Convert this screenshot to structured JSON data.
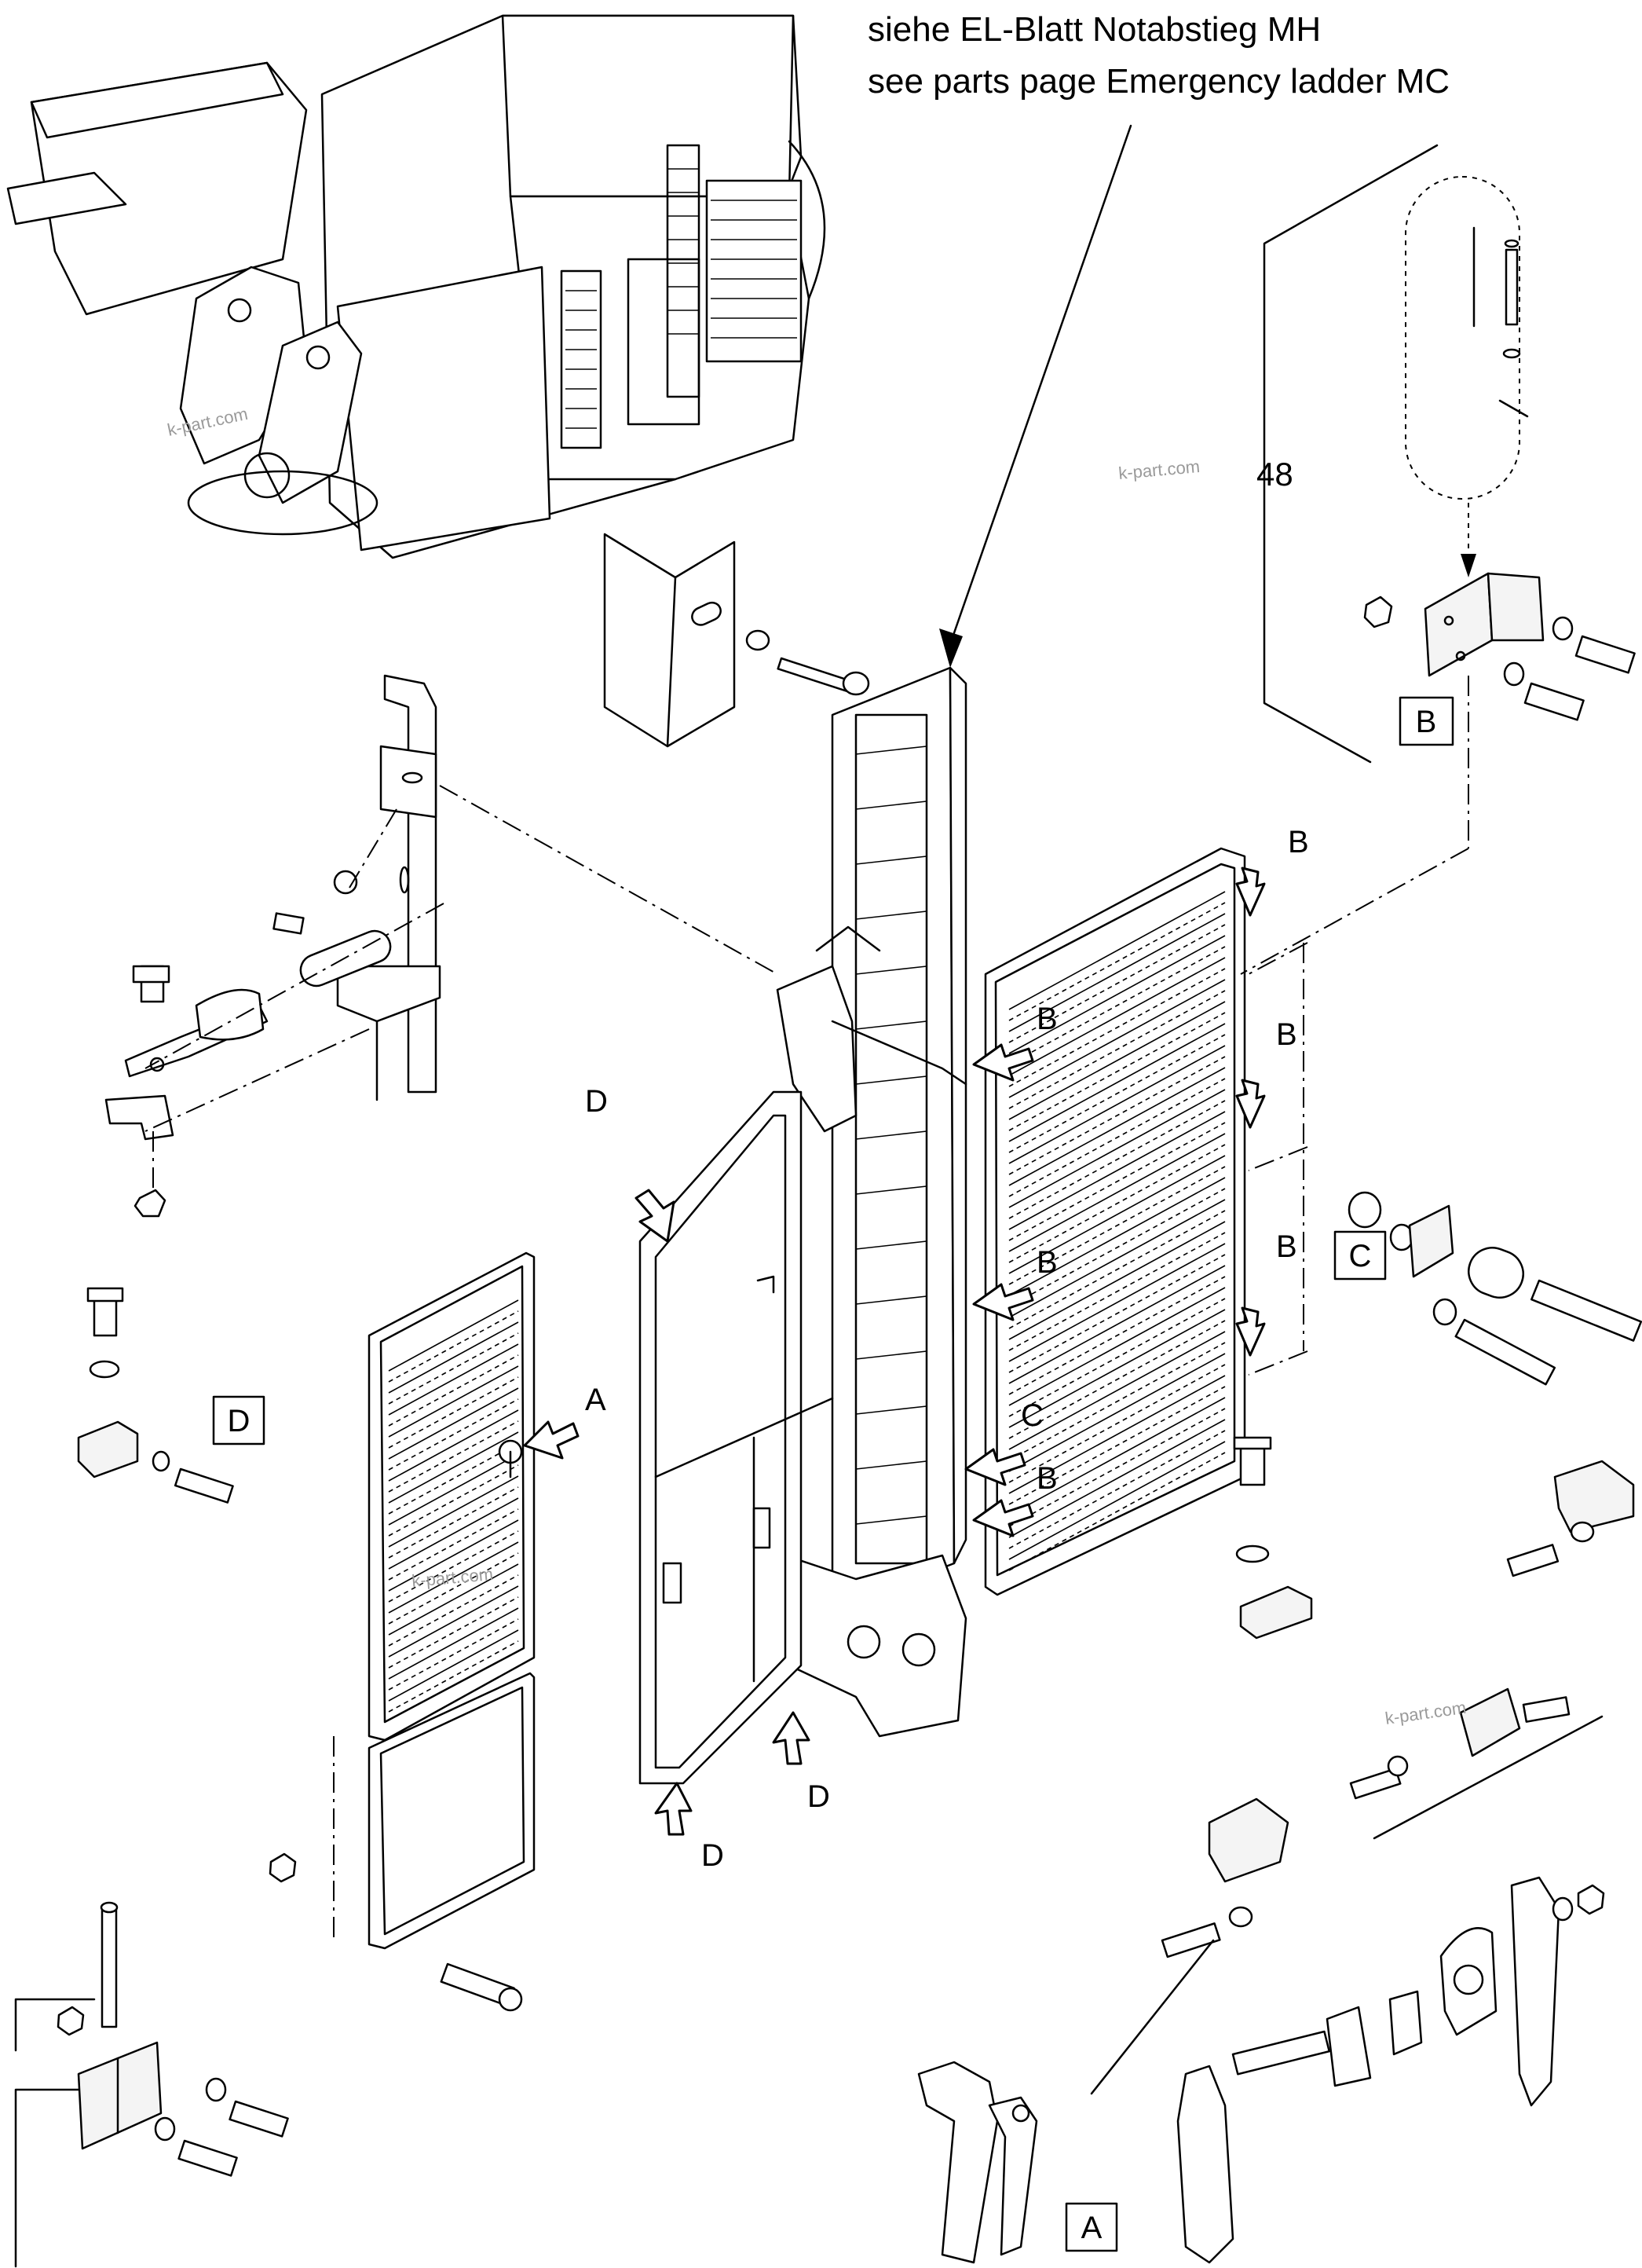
{
  "header": {
    "line1": "siehe EL-Blatt Notabstieg MH",
    "line2": "see parts page Emergency ladder MC"
  },
  "reference_number": "48",
  "watermarks": [
    "k-part.com",
    "k-part.com",
    "k-part.com",
    "k-part.com"
  ],
  "callouts": {
    "b_top": "B",
    "b_mid_left": "B",
    "b_mid_right": "B",
    "b_lower_left": "B",
    "b_lower_right": "B",
    "b_bottom": "B",
    "c_panel": "C",
    "a_panel": "A",
    "d_top": "D",
    "d_bottom_right": "D",
    "d_bottom_left": "D"
  },
  "detail_boxes": {
    "b": "B",
    "c": "C",
    "d": "D",
    "a": "A"
  }
}
